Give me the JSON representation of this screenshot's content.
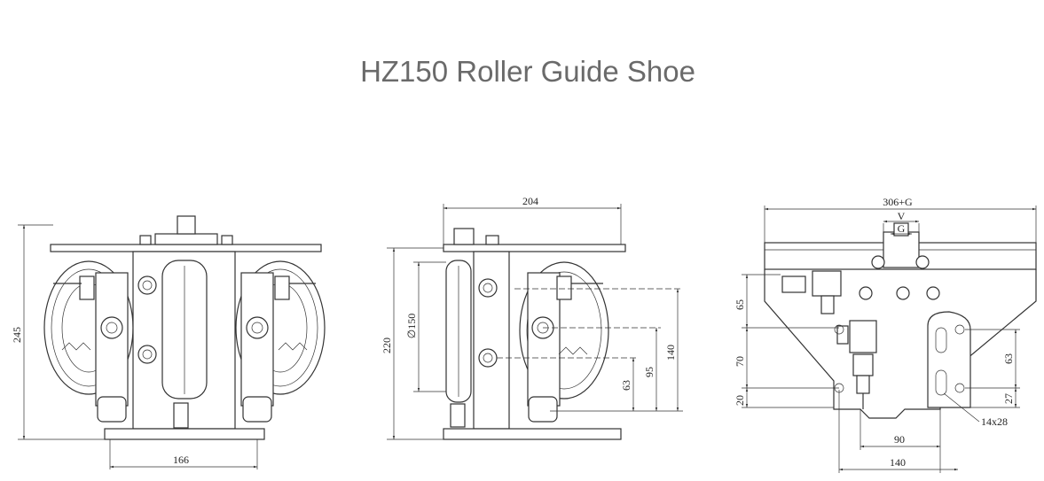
{
  "title": "HZ150 Roller Guide Shoe",
  "views": {
    "front": {
      "dims": {
        "height": "245",
        "width": "166"
      }
    },
    "side": {
      "dims": {
        "width": "204",
        "height": "220",
        "roller_dia": "∅150",
        "h140": "140",
        "h95": "95",
        "h63": "63"
      }
    },
    "rear": {
      "dims": {
        "width": "306+G",
        "v": "V",
        "g": "G",
        "h65": "65",
        "h70": "70",
        "h20": "20",
        "h63": "63",
        "h27": "27",
        "w90": "90",
        "w140": "140",
        "slot": "14x28"
      }
    }
  }
}
